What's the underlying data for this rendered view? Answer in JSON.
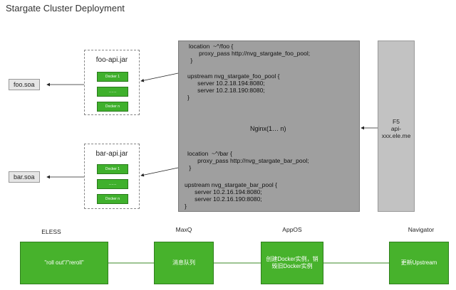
{
  "title": "Stargate Cluster Deployment",
  "soa": {
    "foo": "foo.soa",
    "bar": "bar.soa"
  },
  "jars": {
    "foo": {
      "label": "foo-api.jar",
      "dockers": [
        "Docker 1",
        "........",
        "Docker n"
      ]
    },
    "bar": {
      "label": "bar-api.jar",
      "dockers": [
        "Docker 1",
        "........",
        "Docker n"
      ]
    }
  },
  "nginx": {
    "foo_location": "location  ~^/foo {\n      proxy_pass http://nvg_stargate_foo_pool;\n }",
    "foo_upstream": "upstream nvg_stargate_foo_pool {\n      server 10.2.18.194:8080;\n      server 10.2.18.190:8080;\n}",
    "label": "Nginx(1… n)",
    "bar_location": "location  ~^/bar {\n      proxy_pass http://nvg_stargate_bar_pool;\n }",
    "bar_upstream": "upstream nvg_stargate_bar_pool {\n      server 10.2.16.194:8080;\n      server 10.2.16.190:8080;\n}"
  },
  "f5": {
    "line1": "F5",
    "line2": "api-",
    "line3": "xxx.ele.me"
  },
  "flow": {
    "labels": [
      "ELESS",
      "MaxQ",
      "AppOS",
      "Navigator"
    ],
    "boxes": [
      "\"roll out\"/\"reroll\"",
      "消息队列",
      "创建Docker实例，销毁旧Docker实例",
      "更新Upstream"
    ]
  },
  "colors": {
    "docker_green": "#3fb02c",
    "flow_green": "#47b22c",
    "nginx_gray": "#9f9f9f",
    "f5_gray": "#c2c2c2"
  }
}
